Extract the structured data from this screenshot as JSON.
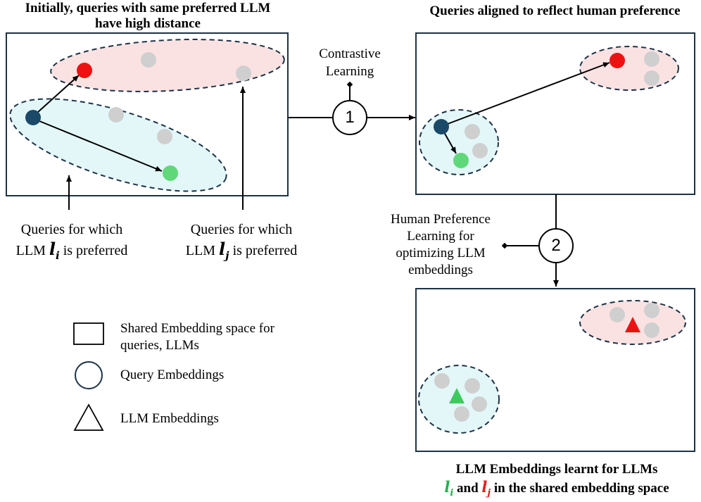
{
  "titles": {
    "initial_line1": "Initially, queries with same preferred LLM",
    "initial_line2": "have high distance",
    "aligned": "Queries aligned to reflect human preference",
    "final_line1": "LLM Embeddings learnt for LLMs",
    "final_and": "and",
    "final_rest": "in the shared embedding space"
  },
  "steps": [
    {
      "number": "1",
      "label_line1": "Contrastive",
      "label_line2": "Learning"
    },
    {
      "number": "2",
      "label_lines": [
        "Human Preference",
        "Learning for",
        "optimizing LLM",
        "embeddings"
      ]
    }
  ],
  "annotations": {
    "li_line1": "Queries for which",
    "li_prefix": "LLM",
    "li_suffix": "is preferred",
    "lj_line1": "Queries for which",
    "lj_prefix": "LLM",
    "lj_suffix": "is preferred"
  },
  "symbols": {
    "l_i": "l",
    "l_i_sub": "i",
    "l_j": "l",
    "l_j_sub": "j"
  },
  "legend": {
    "items": [
      {
        "shape": "rectangle",
        "label_line1": "Shared Embedding space for",
        "label_line2": "queries, LLMs"
      },
      {
        "shape": "circle",
        "label": "Query Embeddings"
      },
      {
        "shape": "triangle",
        "label": "LLM Embeddings"
      }
    ]
  },
  "colors": {
    "query_dark": "#1a4a68",
    "query_red": "#ee1111",
    "query_green": "#5fd87a",
    "neutral": "#cfcfcf",
    "cluster_pink": "#fbe2e2",
    "cluster_cyan": "#e3f7f9",
    "green_label": "#22b14c",
    "red_label": "#e81c1c"
  }
}
